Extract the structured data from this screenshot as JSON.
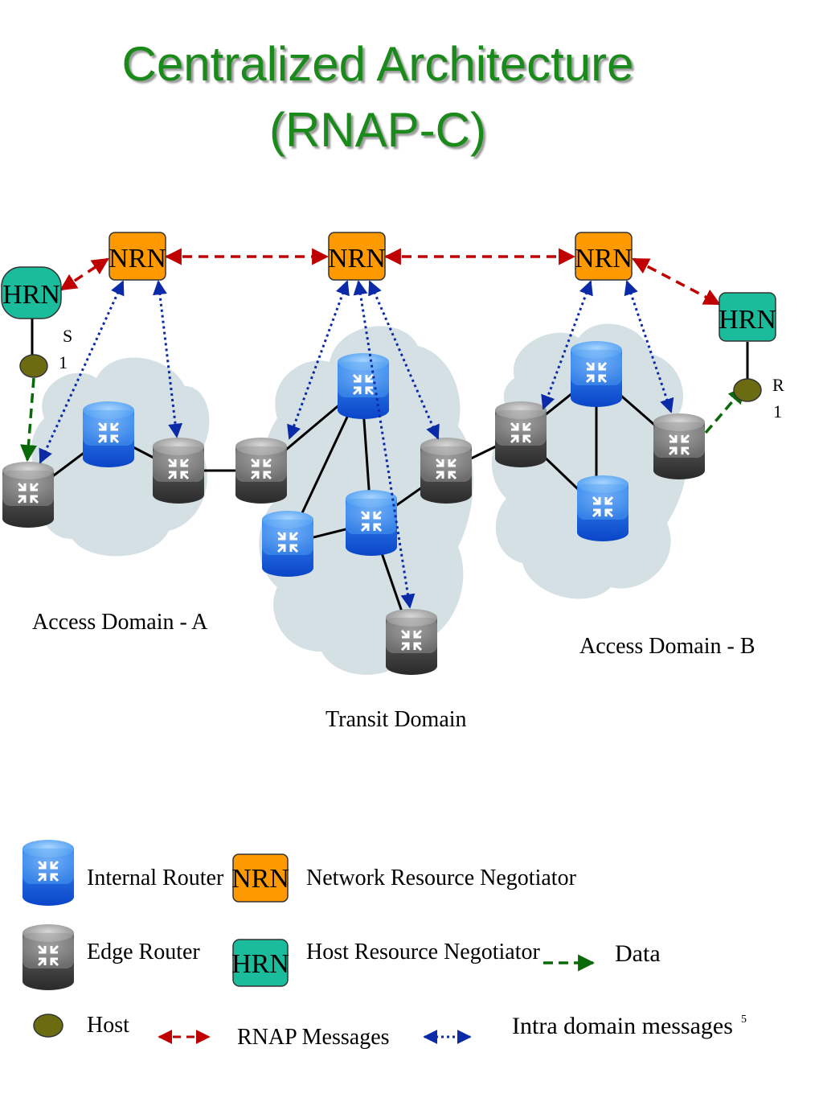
{
  "title": {
    "line1": "Centralized Architecture",
    "line2": "(RNAP-C)"
  },
  "nodes": {
    "nrn_label": "NRN",
    "hrn_label": "HRN",
    "host_s1": {
      "line1": "S",
      "line2": "1"
    },
    "host_r1": {
      "line1": "R",
      "line2": "1"
    }
  },
  "domains": {
    "access_a": "Access Domain - A",
    "transit": "Transit Domain",
    "access_b": "Access Domain - B"
  },
  "legend": {
    "internal_router": "Internal Router",
    "edge_router": "Edge Router",
    "host": "Host",
    "nrn": "Network Resource Negotiator",
    "hrn": "Host Resource Negotiator",
    "data": "Data",
    "rnap_messages": "RNAP Messages",
    "intra_domain": "Intra domain messages",
    "page_number": "5"
  },
  "colors": {
    "nrn": "#ff9900",
    "hrn": "#1abc9c",
    "host": "#6b6b12",
    "rnap_arrow": "#c00000",
    "intra_arrow": "#0a2aa8",
    "data_arrow": "#0a6a0a",
    "cloud": "#d4e0e4"
  }
}
